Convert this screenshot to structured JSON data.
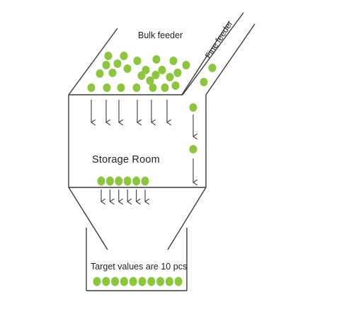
{
  "labels": {
    "bulk_feeder": "Bulk feeder",
    "fine_feeder": "Fine feeder",
    "storage_room": "Storage Room",
    "target": "Target values are 10 pcs"
  },
  "colors": {
    "pellet": "#8cc63f",
    "line": "#3a3a3a",
    "text": "#1f1f1f"
  },
  "target_count": 10
}
